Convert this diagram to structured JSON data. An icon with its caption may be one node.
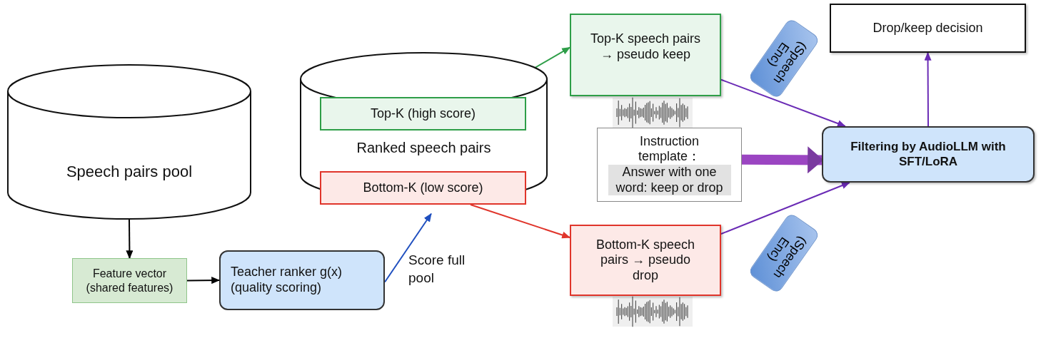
{
  "diagram": {
    "nodes": [
      {
        "text": [
          "Speech pairs pool"
        ]
      },
      {
        "text": [
          "Ranked speech pairs"
        ]
      },
      {
        "text": [
          "Top-K (high score)"
        ],
        "in": 1
      },
      {
        "text": [
          "Bottom-K (low score)"
        ],
        "in": 1
      },
      {
        "text": [
          "Feature vector (shared features)"
        ]
      },
      {
        "text": [
          "Teacher ranker g(x) (quality scoring)"
        ]
      },
      {
        "text": [
          "Top-K speech pairs → pseudo keep"
        ]
      },
      {
        "text": [
          "Bottom-K speech pairs → pseudo drop"
        ]
      },
      {
        "text": [
          "Instruction template：",
          "Answer with one word: keep or drop"
        ]
      },
      {
        "text": [
          "Filtering by AudioLLM with SFT/LoRA"
        ]
      },
      {
        "text": [
          "Drop/keep decision"
        ]
      }
    ],
    "edges": [
      {
        "from": 0,
        "to": 4,
        "arrow": "to",
        "color": "#000000"
      },
      {
        "from": 4,
        "to": 5,
        "arrow": "to",
        "color": "#000000"
      },
      {
        "from": 5,
        "to": 1,
        "arrow": "to",
        "label": "Score full pool",
        "color": "#1f4fbf"
      },
      {
        "from": 2,
        "to": 6,
        "arrow": "to",
        "color": "#2e9e48"
      },
      {
        "from": 3,
        "to": 7,
        "arrow": "to",
        "color": "#e0352b"
      },
      {
        "from": 6,
        "to": 9,
        "arrow": "to",
        "label": "(Speech Enc)",
        "color": "#6a2bb5"
      },
      {
        "from": 7,
        "to": 9,
        "arrow": "to",
        "label": "(Speech Enc)",
        "color": "#6a2bb5"
      },
      {
        "from": 8,
        "to": 9,
        "arrow": "to",
        "style": "thick",
        "color": "#9b45c2"
      },
      {
        "from": 9,
        "to": 10,
        "arrow": "to",
        "color": "#6a2bb5"
      }
    ]
  }
}
